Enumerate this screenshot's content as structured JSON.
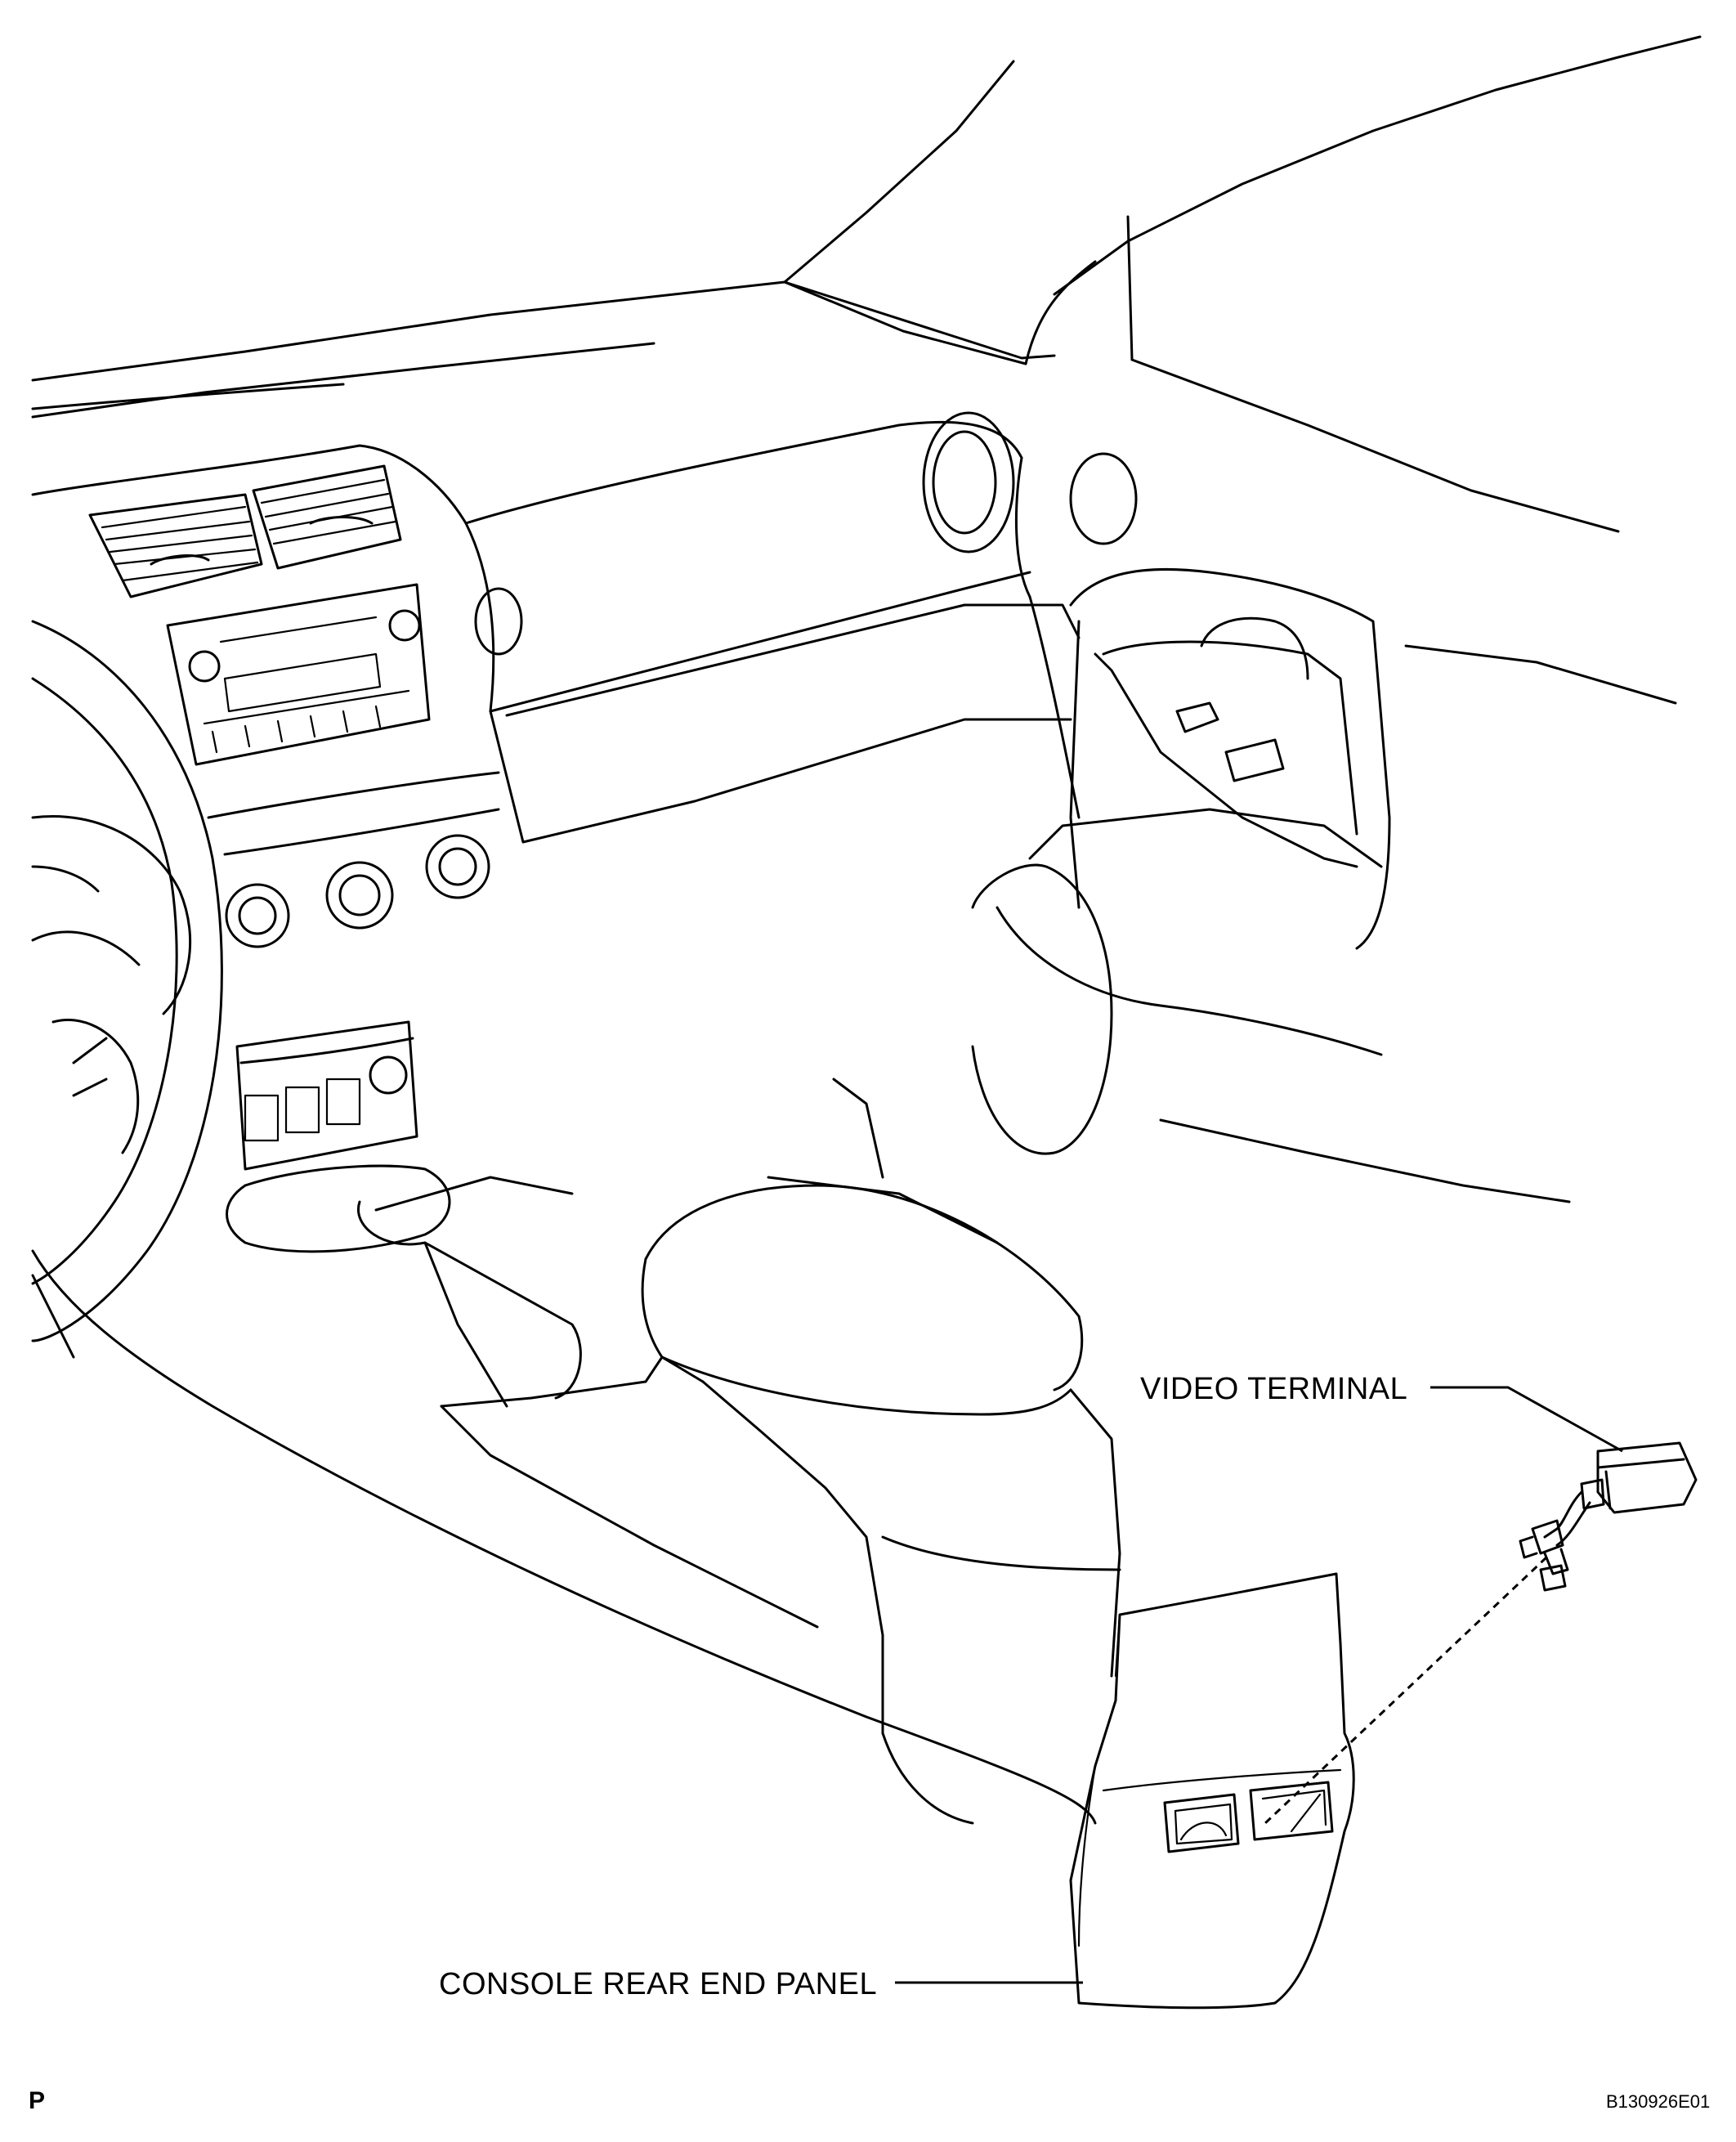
{
  "labels": {
    "video_terminal": "VIDEO TERMINAL",
    "console_rear_end_panel": "CONSOLE REAR END PANEL",
    "corner_mark": "P",
    "figure_code": "B130926E01"
  },
  "icons": {
    "dashboard": "car-interior-line-drawing",
    "video_terminal": "video-terminal-connector-icon",
    "console_panel": "console-rear-end-panel-icon"
  },
  "colors": {
    "line": "#000000",
    "background": "#ffffff"
  }
}
